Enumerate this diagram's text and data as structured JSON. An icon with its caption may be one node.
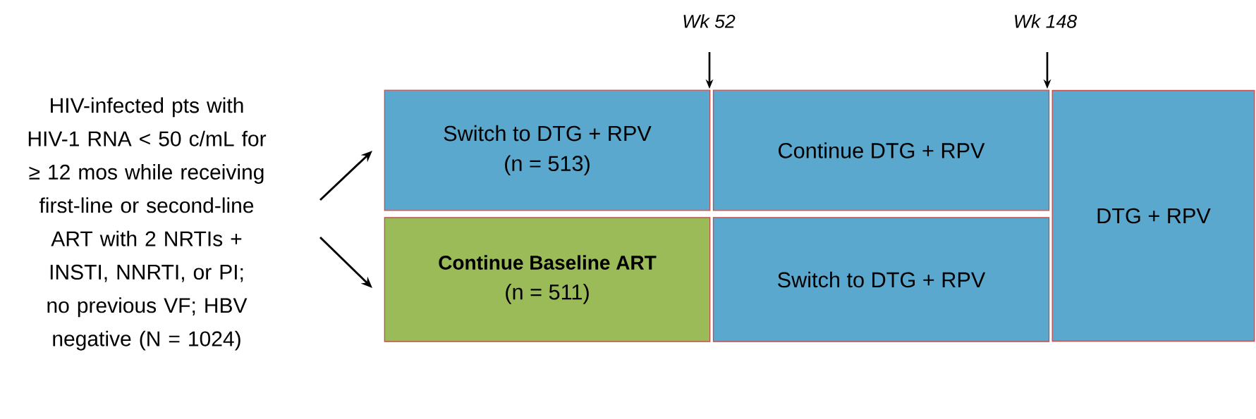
{
  "diagram": {
    "nodes": [
      {
        "text": [
          "HIV-infected pts with HIV-1 RNA < 50 c/mL for ≥ 12 mos while receiving first-line or second-line ART with 2 NRTIs + INSTI, NNRTI, or PI; no previous VF; HBV negative (N = 1024)"
        ]
      },
      {
        "text": [
          "Switch to DTG + RPV",
          "(n = 513)"
        ]
      },
      {
        "text": [
          "Continue Baseline ART",
          "(n = 511)"
        ]
      },
      {
        "text": [
          "Continue DTG + RPV"
        ]
      },
      {
        "text": [
          "Switch to DTG + RPV"
        ]
      },
      {
        "text": [
          "DTG + RPV"
        ]
      }
    ],
    "edges": [
      {
        "from": 0,
        "to": 1,
        "arrow": "to"
      },
      {
        "from": 0,
        "to": 2,
        "arrow": "to"
      }
    ],
    "labels": [
      "Wk 52",
      "Wk 148"
    ]
  }
}
